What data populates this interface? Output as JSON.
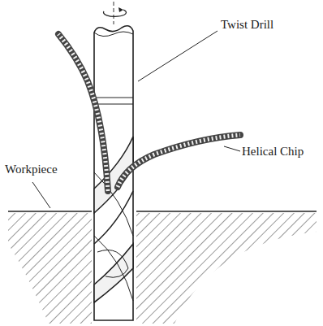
{
  "diagram": {
    "labels": [
      "Twist Drill",
      "Helical Chip",
      "Workpiece"
    ]
  }
}
